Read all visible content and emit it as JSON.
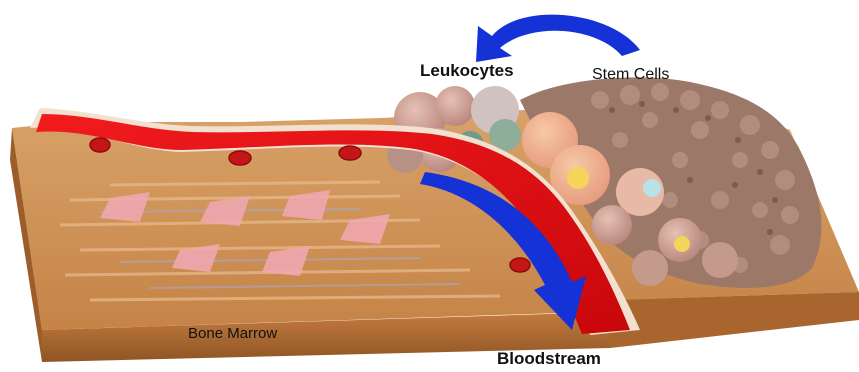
{
  "labels": {
    "leukocytes": "Leukocytes",
    "stem_cells": "Stem Cells",
    "bone_marrow": "Bone Marrow",
    "bloodstream": "Bloodstream"
  },
  "icons": {
    "top_arrow": "curved-arrow-icon",
    "vessel_arrow": "curved-arrow-icon"
  },
  "colors": {
    "arrow_blue": "#1432d6",
    "vessel_red": "#e8171a",
    "bone_tan": "#c98a52",
    "cell_pink": "#c99a8f",
    "stem_brown": "#9a7466",
    "rbc_red": "#cf1b1b",
    "highlight_yellow": "#f4d45a"
  }
}
